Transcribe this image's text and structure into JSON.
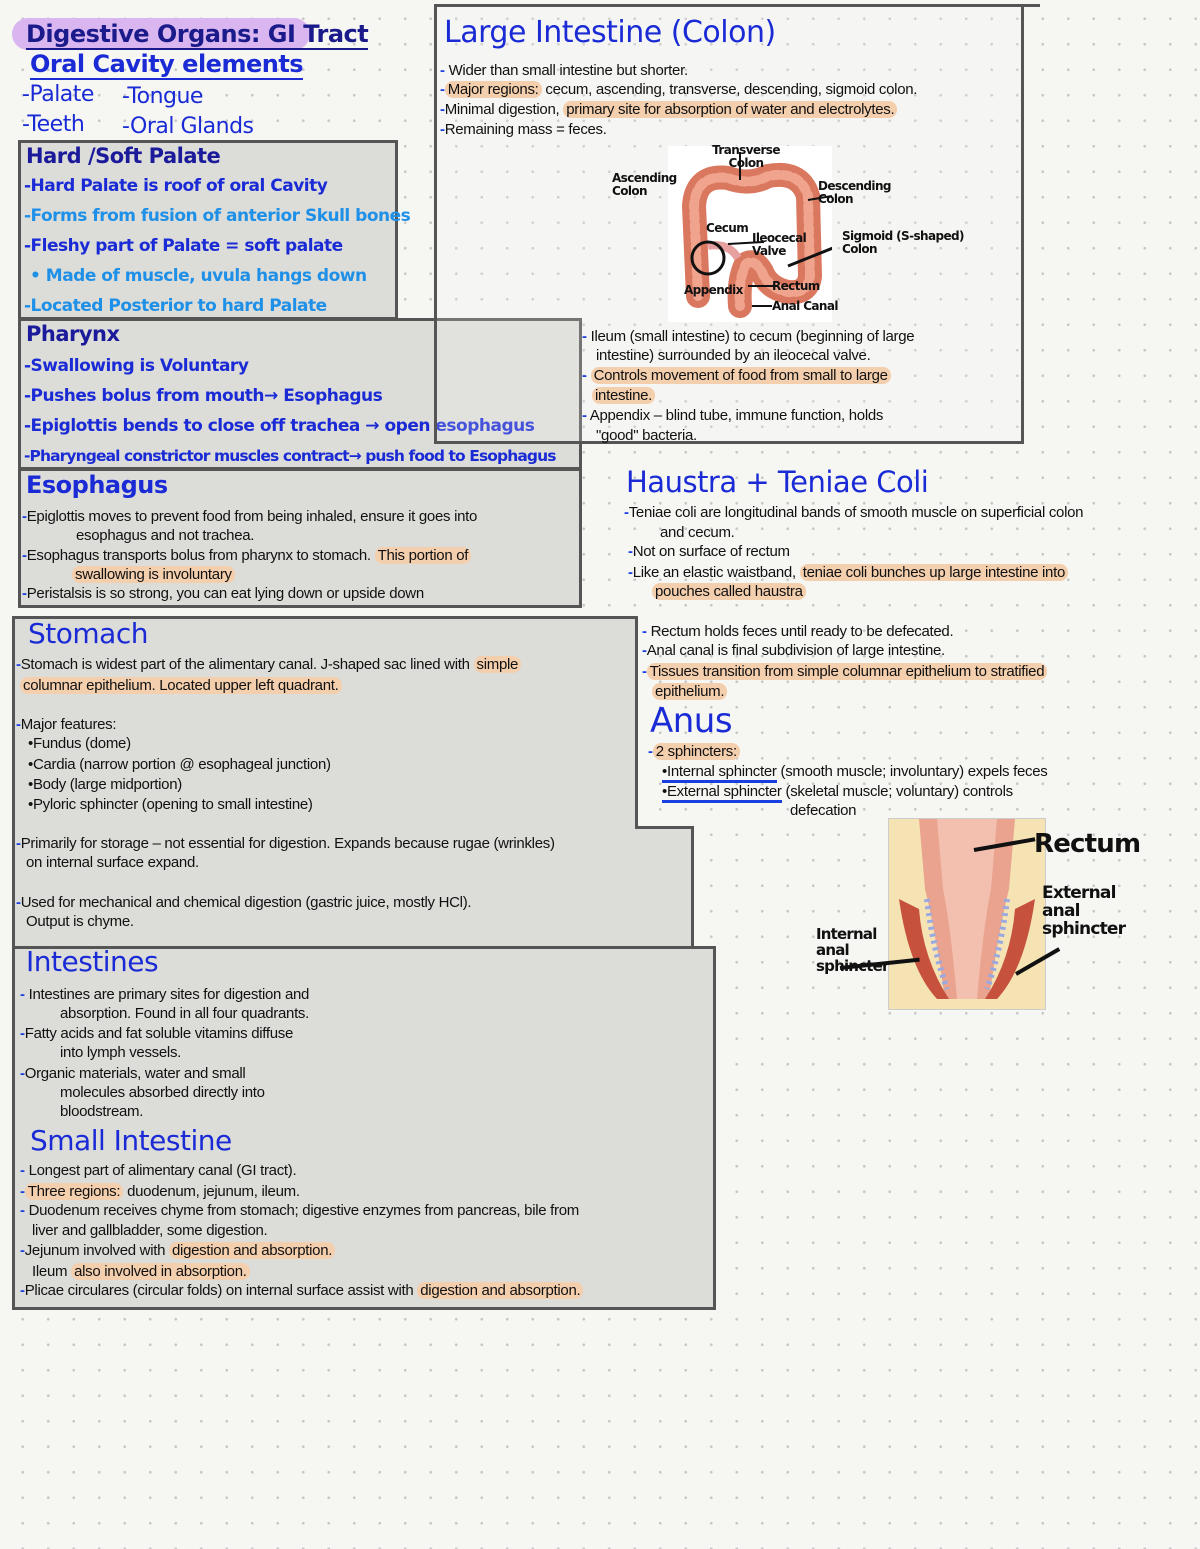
{
  "header": {
    "title": "Digestive Organs: GI Tract",
    "oral_title": "Oral Cavity elements",
    "oral_items": [
      "-Palate",
      "-Tongue",
      "-Teeth",
      "-Oral Glands"
    ]
  },
  "palate": {
    "title": "Hard /Soft Palate",
    "lines": [
      "-Hard Palate is roof of oral Cavity",
      "-Forms from fusion of anterior Skull bones",
      "-Fleshy part of Palate = soft palate",
      "• Made of muscle, uvula hangs down",
      "-Located Posterior to hard Palate"
    ]
  },
  "pharynx": {
    "title": "Pharynx",
    "lines": [
      "-Swallowing is Voluntary",
      "-Pushes bolus from mouth→ Esophagus",
      "-Epiglottis bends to close off trachea → open esophagus",
      "-Pharyngeal constrictor muscles contract→ push food to Esophagus"
    ]
  },
  "esophagus": {
    "title": "Esophagus",
    "l1": "Epiglottis moves to prevent food from being inhaled, ensure it goes into",
    "l1b": "esophagus and not trachea.",
    "l2a": "Esophagus transports bolus from pharynx to stomach. ",
    "l2hl": "This portion of",
    "l2bhl": "swallowing is involuntary",
    "l3": "Peristalsis is so strong, you can eat lying down or upside down"
  },
  "stomach": {
    "title": "Stomach",
    "l1a": "Stomach is widest part of the alimentary canal. J-shaped sac lined with ",
    "l1hl": "simple",
    "l1bhl": "columnar epithelium. Located upper left quadrant.",
    "features_head": "Major features:",
    "features": [
      "•Fundus (dome)",
      "•Cardia (narrow portion @ esophageal junction)",
      "•Body (large midportion)",
      "•Pyloric sphincter (opening to small intestine)"
    ],
    "storage1": "Primarily for storage – not essential for digestion.   Expands because rugae (wrinkles)",
    "storage2": "on internal surface expand.",
    "used1": "Used for mechanical and chemical digestion (gastric juice, mostly HCl).",
    "used2": "Output is chyme."
  },
  "intestines": {
    "title": "Intestines",
    "lines": [
      "Intestines are primary sites for digestion and",
      "absorption.   Found in all four quadrants.",
      "Fatty acids and fat soluble vitamins diffuse",
      "into lymph vessels.",
      "Organic materials, water and small",
      "molecules absorbed directly into",
      "bloodstream."
    ]
  },
  "small_intestine": {
    "title": "Small Intestine",
    "l1": "Longest part of alimentary canal (GI tract).",
    "l2hl": "Three regions:",
    "l2": " duodenum, jejunum, ileum.",
    "l3": "Duodenum receives chyme from stomach; digestive enzymes from pancreas, bile from",
    "l3b": "liver and gallbladder, some digestion.",
    "l4a": "Jejunum involved with ",
    "l4hl": "digestion and absorption.",
    "l5a": "Ileum ",
    "l5hl": "also involved in absorption.",
    "l6a": "Plicae circulares (circular folds) on internal surface assist with ",
    "l6hl": "digestion and absorption."
  },
  "large_intestine": {
    "title": "Large Intestine (Colon)",
    "l1": "Wider than small intestine but shorter.",
    "l2hl": "Major regions:",
    "l2": " cecum, ascending, transverse, descending, sigmoid colon.",
    "l3a": "Minimal digestion, ",
    "l3hl": "primary site for absorption of water and electrolytes.",
    "l4": "Remaining mass = feces.",
    "l5": "Ileum (small intestine) to cecum (beginning of large",
    "l5b": "intestine) surrounded by an ileocecal valve.",
    "l6hl": "Controls movement of food  from small to large",
    "l6bhl": "intestine.",
    "l7": "Appendix – blind tube, immune function, holds",
    "l7b": "\"good\" bacteria.",
    "diagram_labels": {
      "transverse": "Transverse Colon",
      "ascending": "Ascending Colon",
      "descending": "Descending Colon",
      "cecum": "Cecum",
      "ileum": "Ileocecal Valve",
      "sigmoid": "Sigmoid (S-shaped) Colon",
      "appendix": "Appendix",
      "rectum": "Rectum",
      "anal": "Anal Canal"
    }
  },
  "haustra": {
    "title": "Haustra + Teniae Coli",
    "l1": "Teniae coli are longitudinal bands of smooth muscle on superficial colon",
    "l1b": "and cecum.",
    "l2": "Not on surface of rectum",
    "l3a": "Like an elastic waistband, ",
    "l3hl": "teniae coli bunches up large intestine into",
    "l3bhl": "pouches called haustra",
    "l4": "Rectum holds feces until ready to be defecated.",
    "l5": "Anal canal is final subdivision of large intestine.",
    "l6hl": "Tissues transition from simple columnar epithelium to stratified",
    "l6bhl": "epithelium."
  },
  "anus": {
    "title": "Anus",
    "l1hl": "2 sphincters:",
    "l2u": "•Internal sphincter",
    "l2": " (smooth muscle; involuntary) expels feces",
    "l3u": "•External sphincter",
    "l3": " (skeletal muscle; voluntary) controls",
    "l3b": "defecation",
    "labels": {
      "rectum": "Rectum",
      "external": "External anal sphincter",
      "internal": "Internal anal sphincter"
    }
  },
  "colors": {
    "ink_blue": "#1a2bd6",
    "ink_cyan": "#1e90e8",
    "highlight": "#f4cfae",
    "box_fill": "#dcdcd8",
    "title_highlight": "#d9b6f0"
  }
}
